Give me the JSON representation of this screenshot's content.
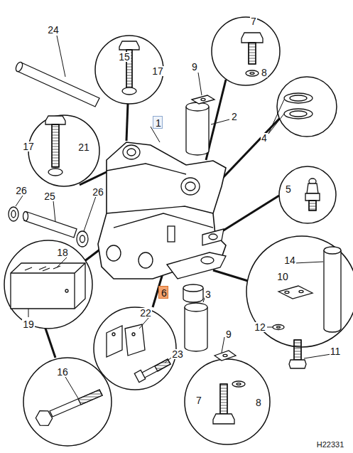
{
  "diagram": {
    "nodes": [
      {
        "text": [
          "1"
        ]
      },
      {
        "text": [
          "6"
        ]
      }
    ],
    "labels": [
      "24",
      "15",
      "17",
      "9",
      "7",
      "8",
      "2",
      "4",
      "17",
      "21",
      "26",
      "25",
      "26",
      "5",
      "14",
      "10",
      "18",
      "19",
      "3",
      "9",
      "22",
      "12",
      "11",
      "16",
      "23",
      "7",
      "8",
      "H22331"
    ]
  }
}
